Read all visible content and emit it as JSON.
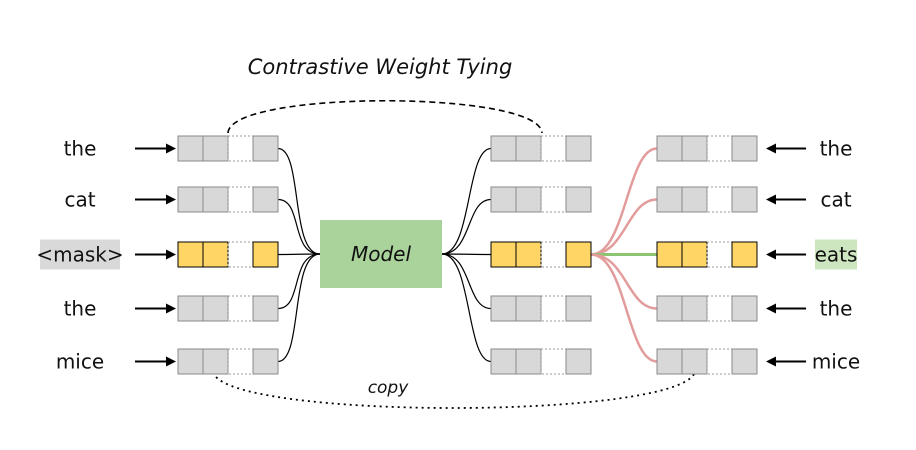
{
  "title": "Contrastive Weight Tying",
  "model_label": "Model",
  "copy_label": "copy",
  "input_tokens": [
    "the",
    "cat",
    "<mask>",
    "the",
    "mice"
  ],
  "target_tokens": [
    "the",
    "cat",
    "eats",
    "the",
    "mice"
  ],
  "masked_index": 2,
  "colors": {
    "model_fill": "#a9d39a",
    "cell_gray": "#d8d8d8",
    "cell_highlight": "#ffd666",
    "mask_token_bg": "#d9d9d9",
    "target_token_bg": "#cde6c0",
    "negative_link": "#e39c9c",
    "positive_link": "#8cc472"
  }
}
